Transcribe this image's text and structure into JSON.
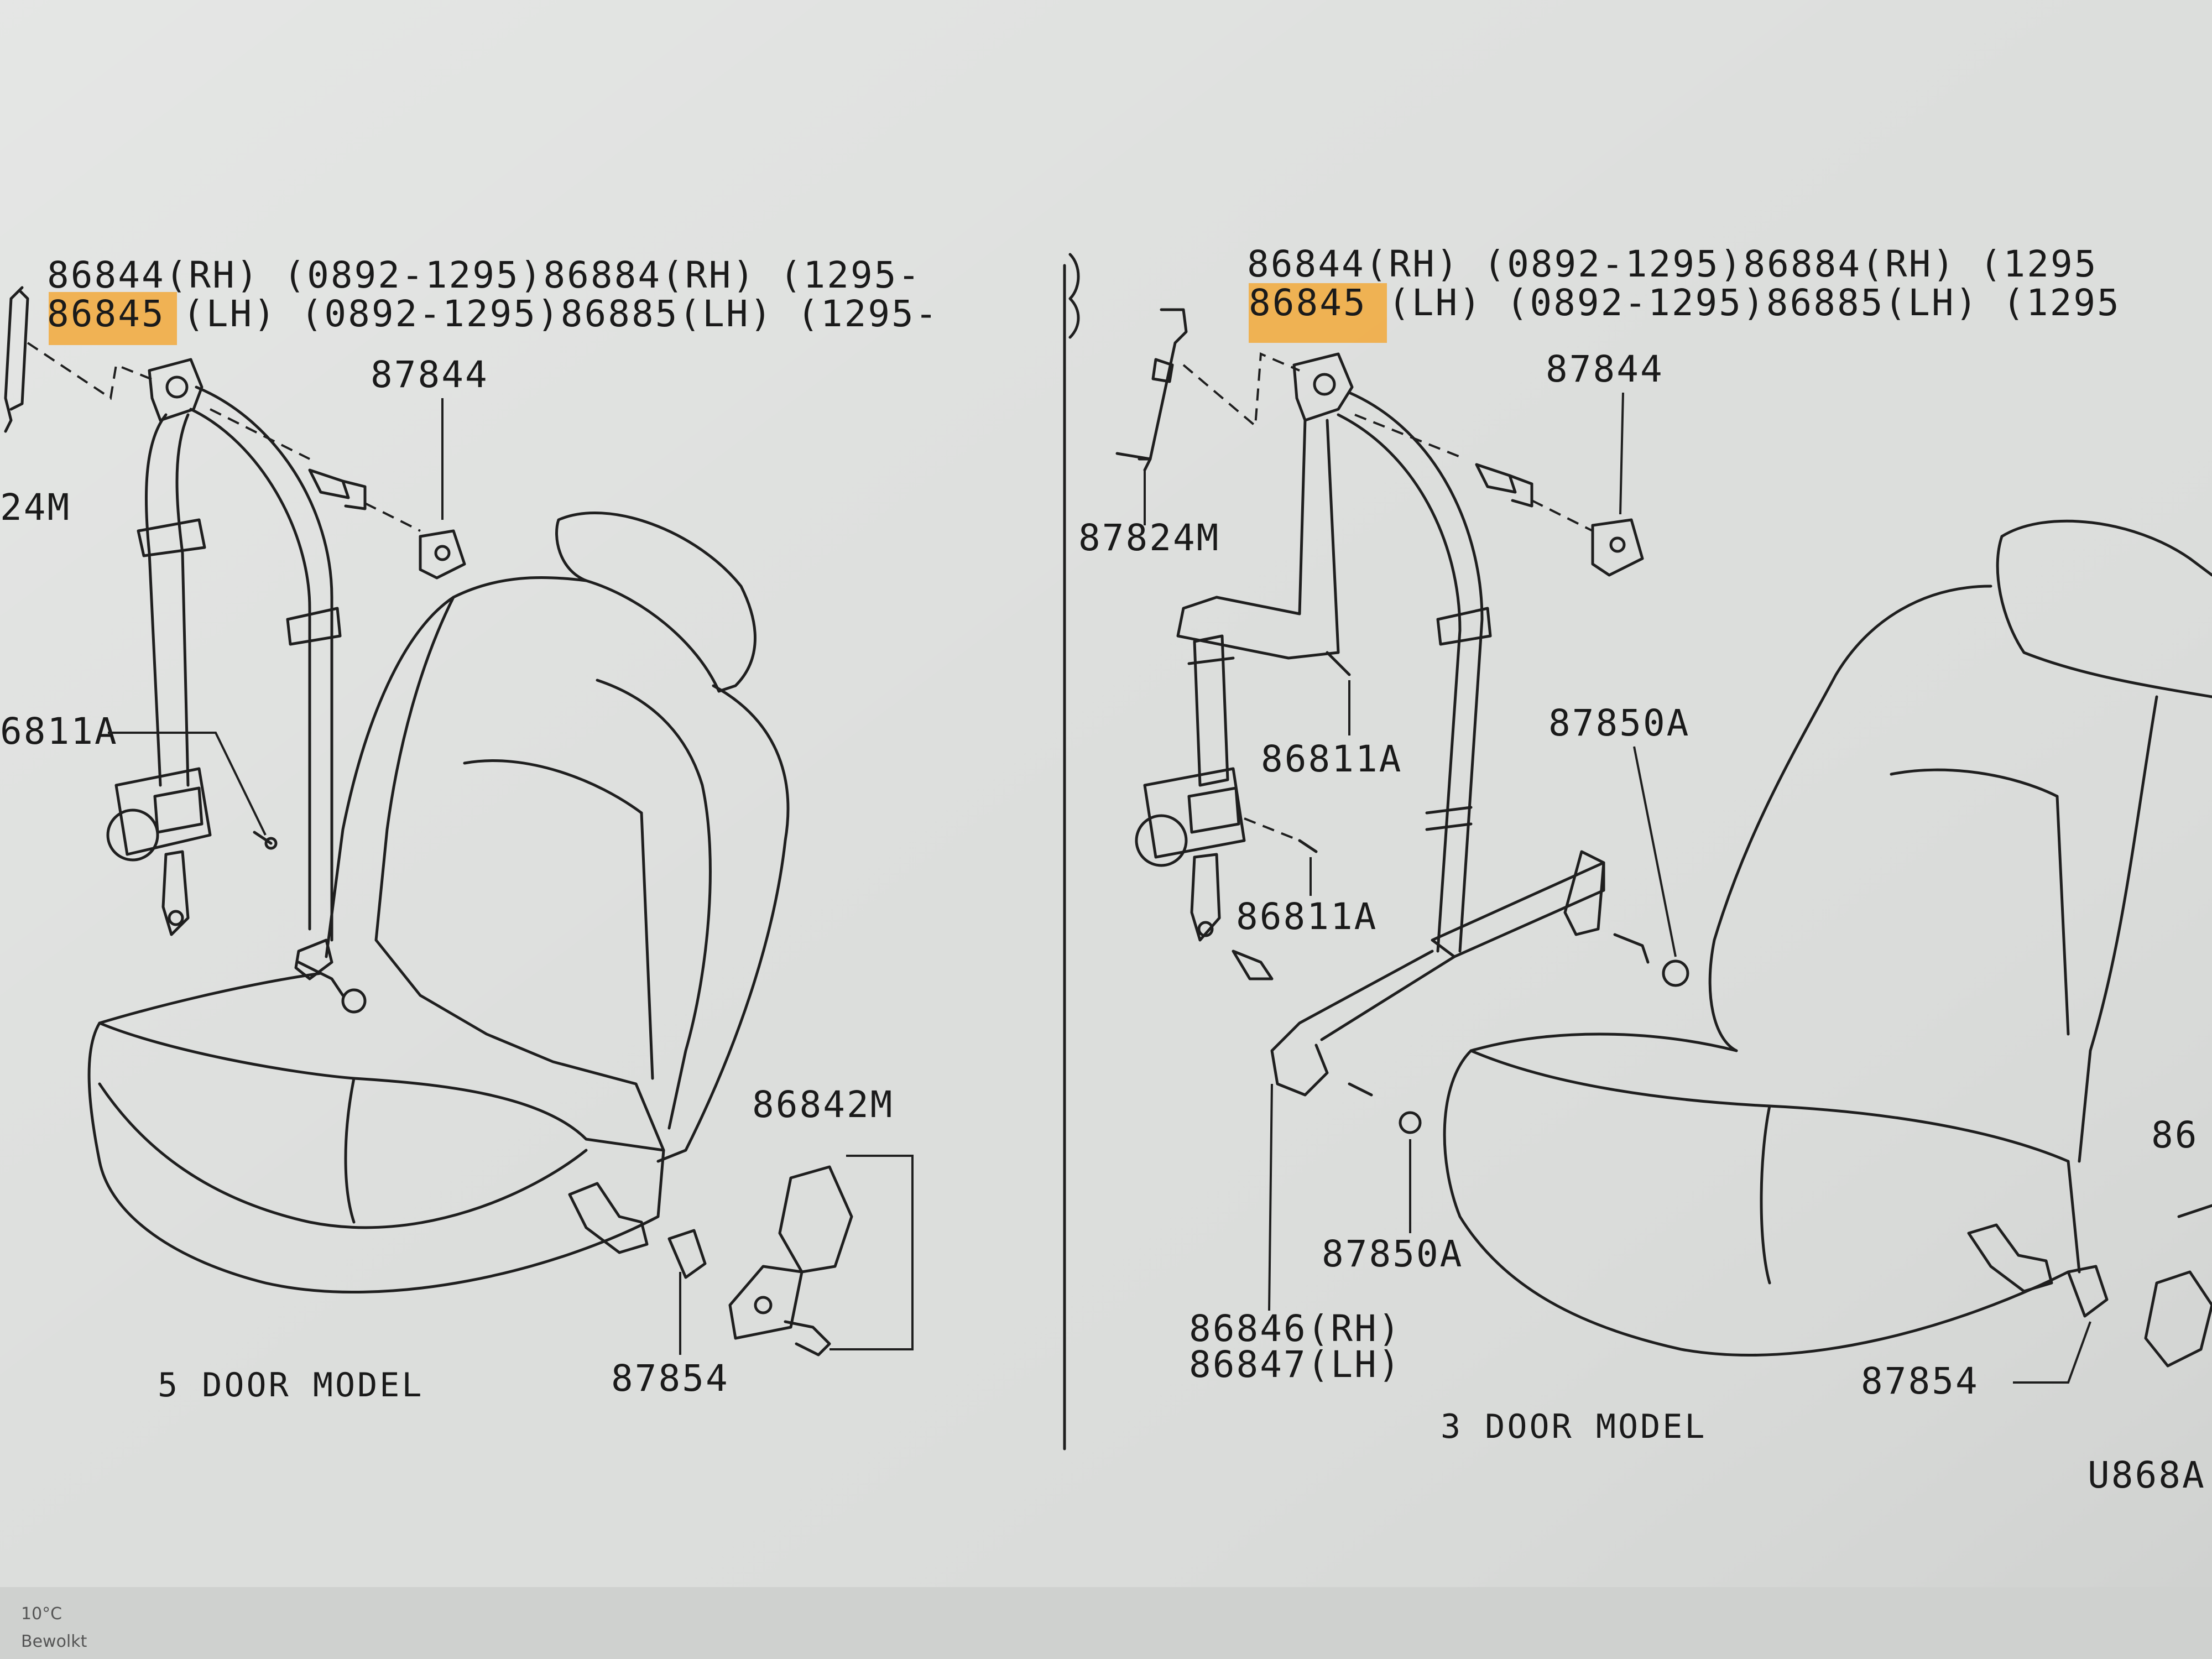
{
  "left_panel": {
    "header_line1": "86844(RH) (0892-1295)86884(RH) (1295-",
    "header_line2_part": "86845",
    "header_line2_rest": "(LH) (0892-1295)86885(LH) (1295-",
    "labels": {
      "p87844": "87844",
      "p24m": "24M",
      "p6811a": "6811A",
      "p86842m": "86842M",
      "p87854": "87854"
    },
    "caption": "5 DOOR MODEL"
  },
  "right_panel": {
    "header_line1": "86844(RH) (0892-1295)86884(RH) (1295",
    "header_line2_part": "86845",
    "header_line2_rest": "(LH) (0892-1295)86885(LH) (1295",
    "labels": {
      "p87844": "87844",
      "p87824m": "87824M",
      "p86811a_1": "86811A",
      "p86811a_2": "86811A",
      "p87850a_1": "87850A",
      "p87850a_2": "87850A",
      "p86846": "86846(RH)",
      "p86847": "86847(LH)",
      "p86_partial": "86",
      "p87854": "87854",
      "p_code": "U868A"
    },
    "caption": "3 DOOR MODEL"
  },
  "taskbar": {
    "temperature": "10°C",
    "weather": "Bewolkt"
  },
  "colors": {
    "highlight": "#f2a93b",
    "background": "#dcdedc",
    "line": "#1f1f1f"
  }
}
